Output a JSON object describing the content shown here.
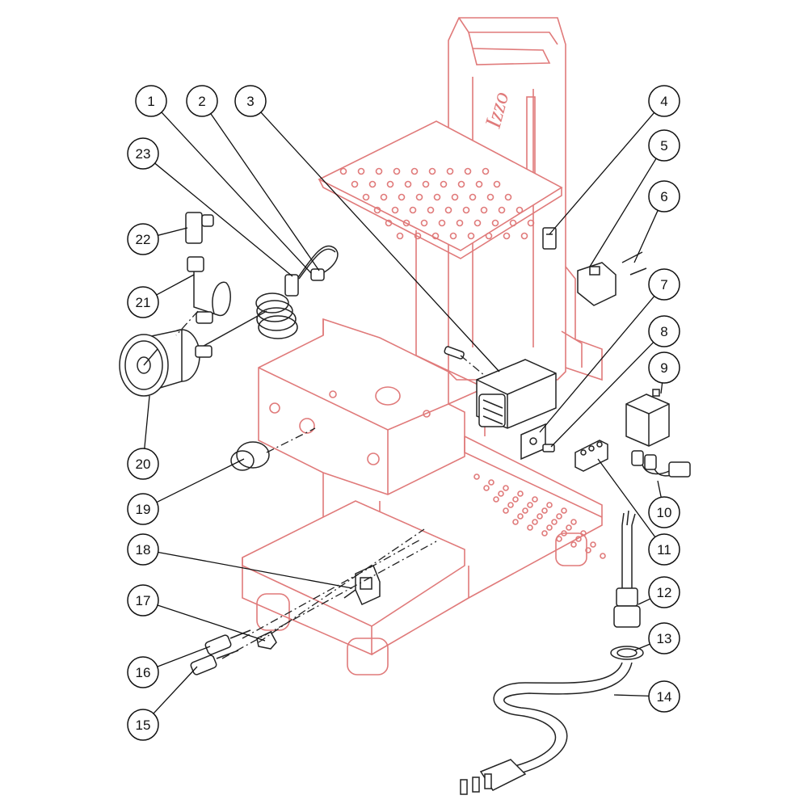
{
  "diagram": {
    "type": "exploded-parts-diagram",
    "part_color": "#e07a7a",
    "component_color": "#222222",
    "logo_text": "Izzo",
    "callouts": [
      "1",
      "2",
      "3",
      "4",
      "5",
      "6",
      "7",
      "8",
      "9",
      "10",
      "11",
      "12",
      "13",
      "14",
      "15",
      "16",
      "17",
      "18",
      "19",
      "20",
      "21",
      "22",
      "23"
    ]
  }
}
